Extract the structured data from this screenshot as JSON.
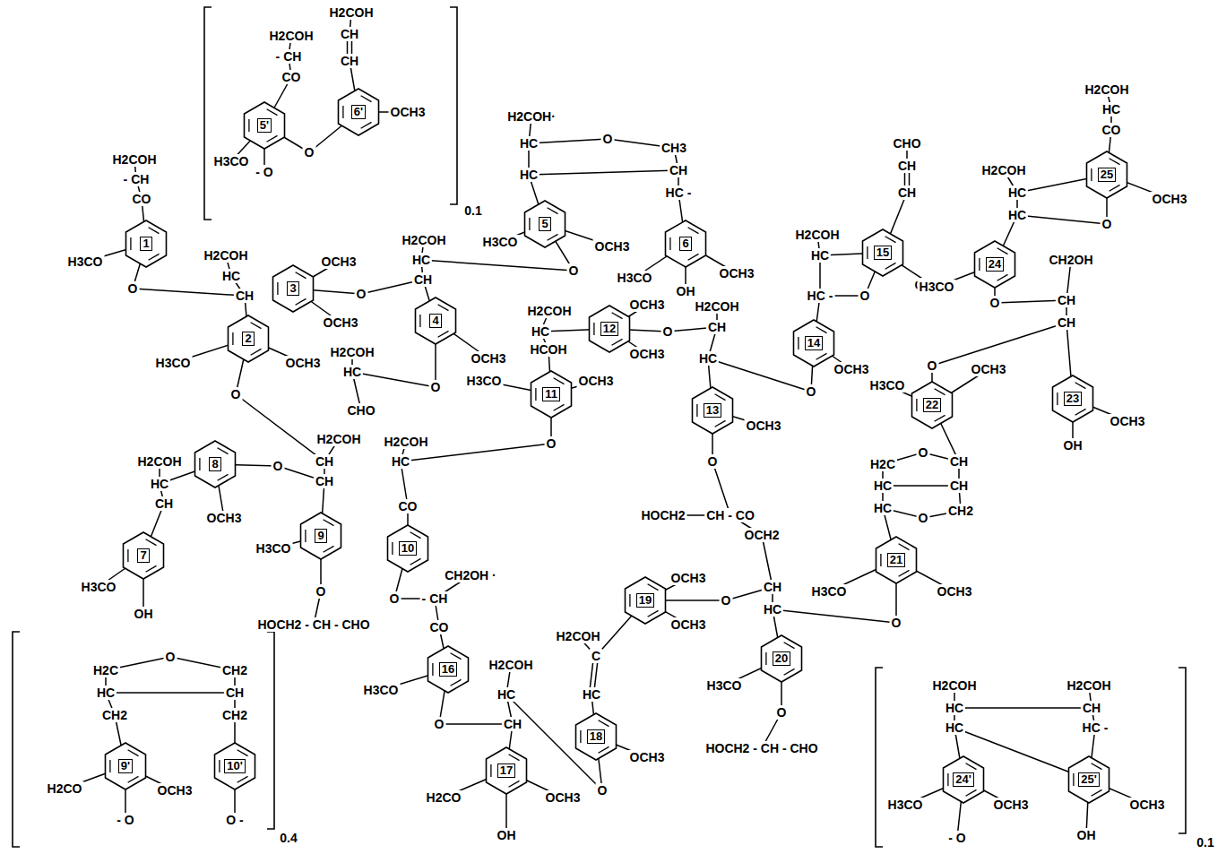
{
  "diagram": {
    "nodes": [
      {
        "text": [
          "5'"
        ]
      },
      {
        "text": [
          "6'"
        ]
      },
      {
        "text": [
          "1"
        ]
      },
      {
        "text": [
          "2"
        ]
      },
      {
        "text": [
          "3"
        ]
      },
      {
        "text": [
          "4"
        ]
      },
      {
        "text": [
          "5"
        ]
      },
      {
        "text": [
          "6"
        ]
      },
      {
        "text": [
          "12"
        ]
      },
      {
        "text": [
          "11"
        ]
      },
      {
        "text": [
          "13"
        ]
      },
      {
        "text": [
          "15"
        ]
      },
      {
        "text": [
          "14"
        ]
      },
      {
        "text": [
          "25"
        ]
      },
      {
        "text": [
          "24"
        ]
      },
      {
        "text": [
          "22"
        ]
      },
      {
        "text": [
          "23"
        ]
      },
      {
        "text": [
          "21"
        ]
      },
      {
        "text": [
          "8"
        ]
      },
      {
        "text": [
          "7"
        ]
      },
      {
        "text": [
          "9"
        ]
      },
      {
        "text": [
          "10"
        ]
      },
      {
        "text": [
          "16"
        ]
      },
      {
        "text": [
          "17"
        ]
      },
      {
        "text": [
          "19"
        ]
      },
      {
        "text": [
          "18"
        ]
      },
      {
        "text": [
          "20"
        ]
      },
      {
        "text": [
          "9'"
        ]
      },
      {
        "text": [
          "10'"
        ]
      },
      {
        "text": [
          "24'"
        ]
      },
      {
        "text": [
          "25'"
        ]
      }
    ],
    "labels": [
      "H2COH",
      "H2COH",
      "CH",
      "- CH",
      "CH",
      "CO",
      "H3CO",
      "OCH3",
      "O",
      "- O",
      "0.1",
      "H2COH",
      "- CH",
      "CO",
      "H3CO",
      "O",
      "H2COH",
      "HC",
      "CH",
      "H3CO",
      "OCH3",
      "O",
      "OCH3",
      "O",
      "OCH3",
      "H2COH",
      "HC",
      "CH",
      "OCH3",
      "O",
      "H2COH",
      "HC",
      "CHO",
      "H2COH·",
      "HC",
      "O",
      "CH3",
      "HC",
      "CH",
      "HC -",
      "H3CO",
      "OCH3",
      "O",
      "H3CO",
      "OCH3",
      "OH",
      "H2COH",
      "HC",
      "HCOH",
      "OCH3",
      "OCH3",
      "O",
      "H3CO",
      "OCH3",
      "O",
      "H2COH",
      "CH",
      "HC",
      "OCH3",
      "O",
      "HOCH2",
      "CH - CO",
      "OCH2",
      "CHO",
      "CH",
      "CH",
      "H2COH",
      "HC",
      "HC -",
      "O",
      "OCH3",
      "OCH3",
      "O",
      "H2COH",
      "HC",
      "CO",
      "H2COH",
      "HC",
      "HC",
      "O",
      "OCH3",
      "H3CO",
      "O",
      "CH2OH",
      "CH",
      "CH",
      "O",
      "H3CO",
      "OCH3",
      "OCH3",
      "OH",
      "H2C",
      "O",
      "CH",
      "HC",
      "CH",
      "HC",
      "O",
      "CH2",
      "H3CO",
      "OCH3",
      "O",
      "H2COH",
      "HC",
      "CH",
      "O",
      "OCH3",
      "H3CO",
      "OH",
      "H2COH",
      "CH",
      "CH",
      "H3CO",
      "O",
      "HOCH2 - CH - CHO",
      "H2COH",
      "HC",
      "CO",
      "O",
      "- CH",
      "CH2OH ·",
      "CO",
      "H3CO",
      "O",
      "CH",
      "H2COH",
      "HC",
      "H2CO",
      "OCH3",
      "OH",
      "H2COH",
      "C",
      "HC",
      "OCH3",
      "OCH3",
      "O",
      "OCH3",
      "O",
      "CH",
      "HC",
      "H3CO",
      "O",
      "HOCH2 - CH - CHO",
      "H2C",
      "O",
      "CH2",
      "HC",
      "CH",
      "CH2",
      "CH2",
      "H2CO",
      "OCH3",
      "- O",
      "O -",
      "0.4",
      "H2COH",
      "H2COH",
      "HC",
      "CH",
      "HC",
      "HC -",
      "H3CO",
      "OCH3",
      "OCH3",
      "- O",
      "OH",
      "0.1"
    ]
  }
}
